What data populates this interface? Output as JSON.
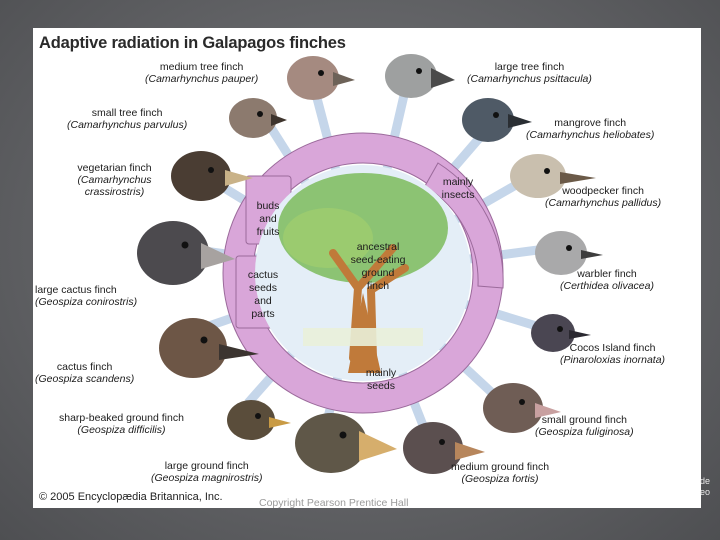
{
  "title": "Adaptive radiation in Galapagos finches",
  "center_label": [
    "ancestral",
    "seed-eating",
    "ground",
    "finch"
  ],
  "diet_labels": {
    "insects": [
      "mainly",
      "insects"
    ],
    "buds": [
      "buds",
      "and",
      "fruits"
    ],
    "cactus": [
      "cactus",
      "seeds",
      "and",
      "parts"
    ],
    "seeds": [
      "mainly",
      "seeds"
    ]
  },
  "finches": [
    {
      "common": "medium tree finch",
      "scientific": "(Camarhynchus pauper)",
      "color": "#a58a80"
    },
    {
      "common": "large tree finch",
      "scientific": "(Camarhynchus psittacula)",
      "color": "#9ea0a0"
    },
    {
      "common": "small tree finch",
      "scientific": "(Camarhynchus parvulus)",
      "color": "#8c7a6e"
    },
    {
      "common": "mangrove finch",
      "scientific": "(Camarhynchus heliobates)",
      "color": "#4f5a66"
    },
    {
      "common": "vegetarian finch",
      "scientific": "(Camarhynchus crassirostris)",
      "color": "#4a3d33"
    },
    {
      "common": "woodpecker finch",
      "scientific": "(Camarhynchus pallidus)",
      "color": "#c9bfae"
    },
    {
      "common": "large cactus finch",
      "scientific": "(Geospiza conirostris)",
      "color": "#4c4a4e"
    },
    {
      "common": "warbler finch",
      "scientific": "(Certhidea olivacea)",
      "color": "#a9a9aa"
    },
    {
      "common": "cactus finch",
      "scientific": "(Geospiza scandens)",
      "color": "#6d5646"
    },
    {
      "common": "Cocos Island finch",
      "scientific": "(Pinaroloxias inornata)",
      "color": "#4a4652"
    },
    {
      "common": "sharp-beaked ground finch",
      "scientific": "(Geospiza difficilis)",
      "color": "#5a4d3b"
    },
    {
      "common": "small ground finch",
      "scientific": "(Geospiza fuliginosa)",
      "color": "#6f5d55"
    },
    {
      "common": "large ground finch",
      "scientific": "(Geospiza magnirostris)",
      "color": "#5f5748"
    },
    {
      "common": "medium ground finch",
      "scientific": "(Geospiza fortis)",
      "color": "#5b4f4f"
    }
  ],
  "copyright": "© 2005 Encyclopædia Britannica, Inc.",
  "watermark": "Copyright Pearson Prentice Hall",
  "edge_fragment": [
    "de",
    "eo"
  ],
  "colors": {
    "ring": "#d9a6d9",
    "ring_stroke": "#9b6a9b",
    "spoke": "#c5d6ea",
    "spoke_stroke": "#8aa6c6",
    "tree_green": "#7dbb5c",
    "trunk": "#c07a3a"
  }
}
